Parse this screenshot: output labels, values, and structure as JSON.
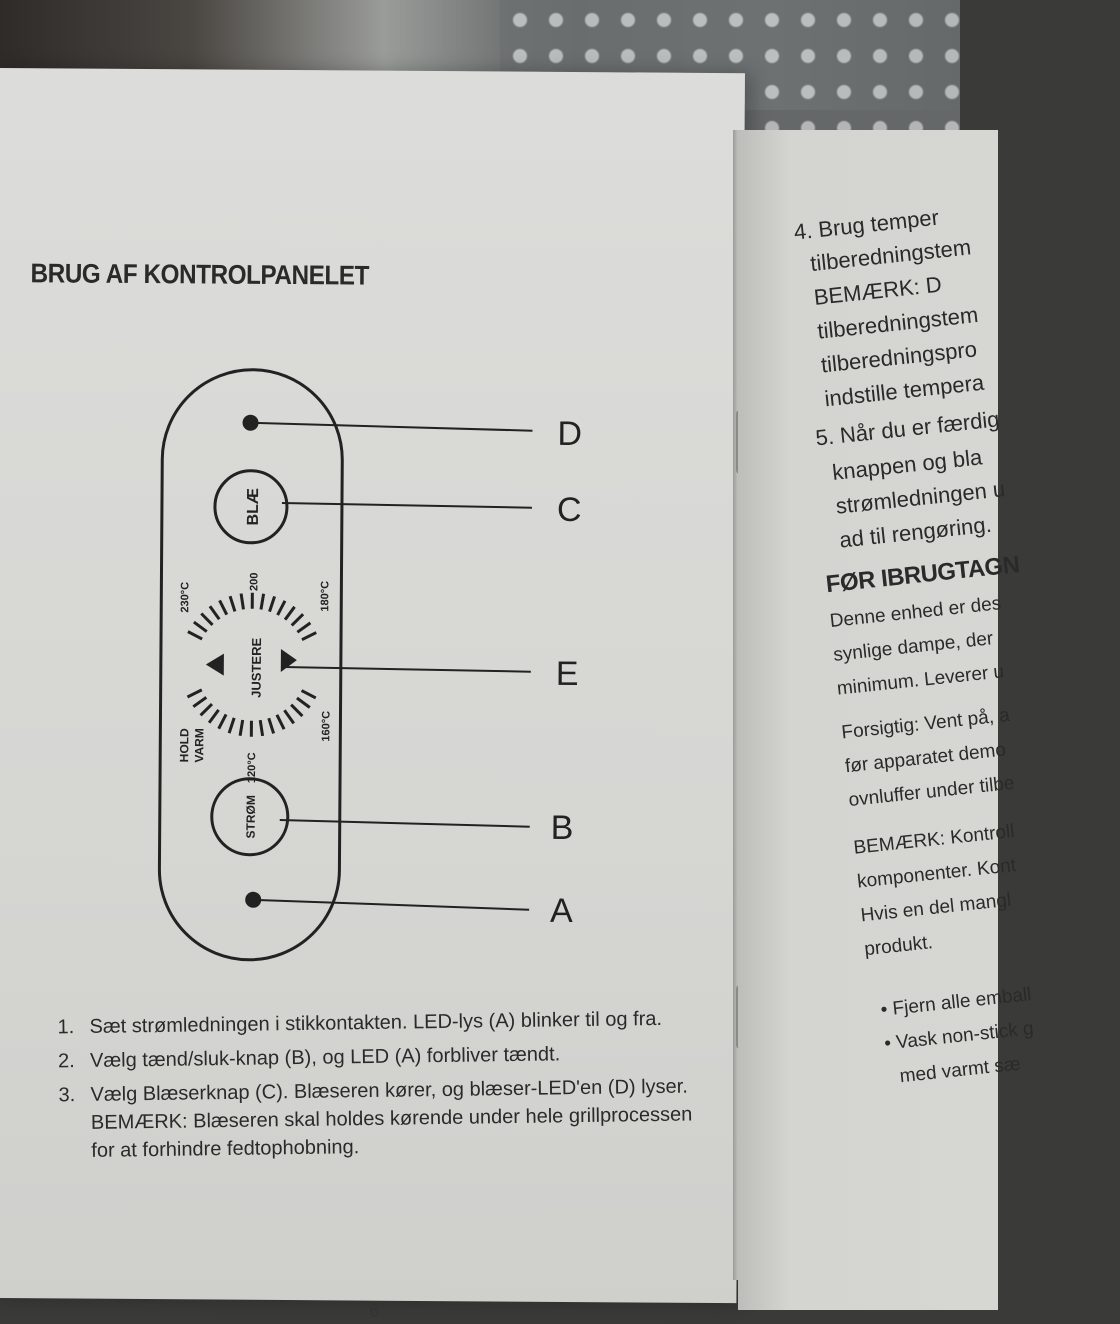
{
  "left_page": {
    "heading": "BRUG AF KONTROLPANELET",
    "diagram": {
      "callouts": [
        "D",
        "C",
        "E",
        "B",
        "A"
      ],
      "buttons": {
        "blow": "BLÆ",
        "power": "STRØM"
      },
      "dial": {
        "center_label": "JUSTERE",
        "temps": [
          "230°C",
          "200",
          "180°C",
          "160°C",
          "120°C"
        ],
        "hold_warm": [
          "HOLD",
          "VARM"
        ]
      }
    },
    "instructions": [
      {
        "num": "1.",
        "text": "Sæt strømledningen i stikkontakten. LED-lys (A) blinker til og fra."
      },
      {
        "num": "2.",
        "text": "Vælg tænd/sluk-knap (B), og LED (A) forbliver tændt."
      },
      {
        "num": "3.",
        "text": "Vælg Blæserknap (C). Blæseren kører, og blæser-LED'en (D) lyser. BEMÆRK: Blæseren skal holdes kørende under hele grillprocessen for at forhindre fedtophobning."
      }
    ],
    "page_number": "6"
  },
  "right_page": {
    "lines": [
      "4. Brug temper",
      "tilberedningstem",
      "BEMÆRK: D",
      "tilberedningstem",
      "tilberedningspro",
      "indstille tempera",
      "5. Når du er færdig",
      "knappen og bla",
      "strømledningen u",
      "ad til rengøring.",
      "FØR IBRUGTAGN",
      "Denne enhed er des",
      "synlige dampe, der",
      "minimum. Leverer u",
      "Forsigtig: Vent på, a",
      "før apparatet demo",
      "ovnluffer under tilbe",
      "BEMÆRK: Kontroll",
      "komponenter. Kont",
      "Hvis en del mangl",
      "produkt.",
      "• Fjern alle emball",
      "• Vask non-stick g",
      "med varmt sæ"
    ]
  }
}
